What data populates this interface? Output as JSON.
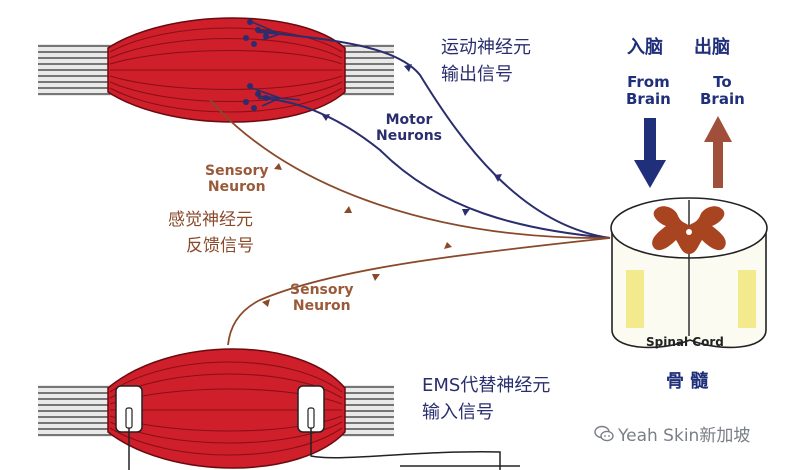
{
  "labels": {
    "motor_output_line1": "运动神经元",
    "motor_output_line2": "输出信号",
    "motor_neurons_line1": "Motor",
    "motor_neurons_line2": "Neurons",
    "sensory_neuron_1_line1": "Sensory",
    "sensory_neuron_1_line2": "Neuron",
    "sensory_feedback_line1": "感觉神经元",
    "sensory_feedback_line2": "反馈信号",
    "sensory_neuron_2_line1": "Sensory",
    "sensory_neuron_2_line2": "Neuron",
    "ems_input_line1": "EMS代替神经元",
    "ems_input_line2": "输入信号"
  },
  "brain": {
    "from_cn": "入脑",
    "to_cn": "出脑",
    "from_en_line1": "From",
    "from_en_line2": "Brain",
    "to_en_line1": "To",
    "to_en_line2": "Brain"
  },
  "spinal_cord": {
    "label_en": "Spinal Cord",
    "label_cn": "骨 髓"
  },
  "watermark": {
    "text": "Yeah Skin新加坡"
  },
  "colors": {
    "muscle": "#cf1f2a",
    "muscle_fiber": "#8a0f17",
    "motor_nerve": "#2a2e6e",
    "sensory_nerve": "#8a4a2a",
    "from_brain_arrow": "#1f2f7a",
    "to_brain_arrow": "#a0503a",
    "grey_matter": "#a8441f",
    "spinal_highlight": "#f3ea8e"
  }
}
